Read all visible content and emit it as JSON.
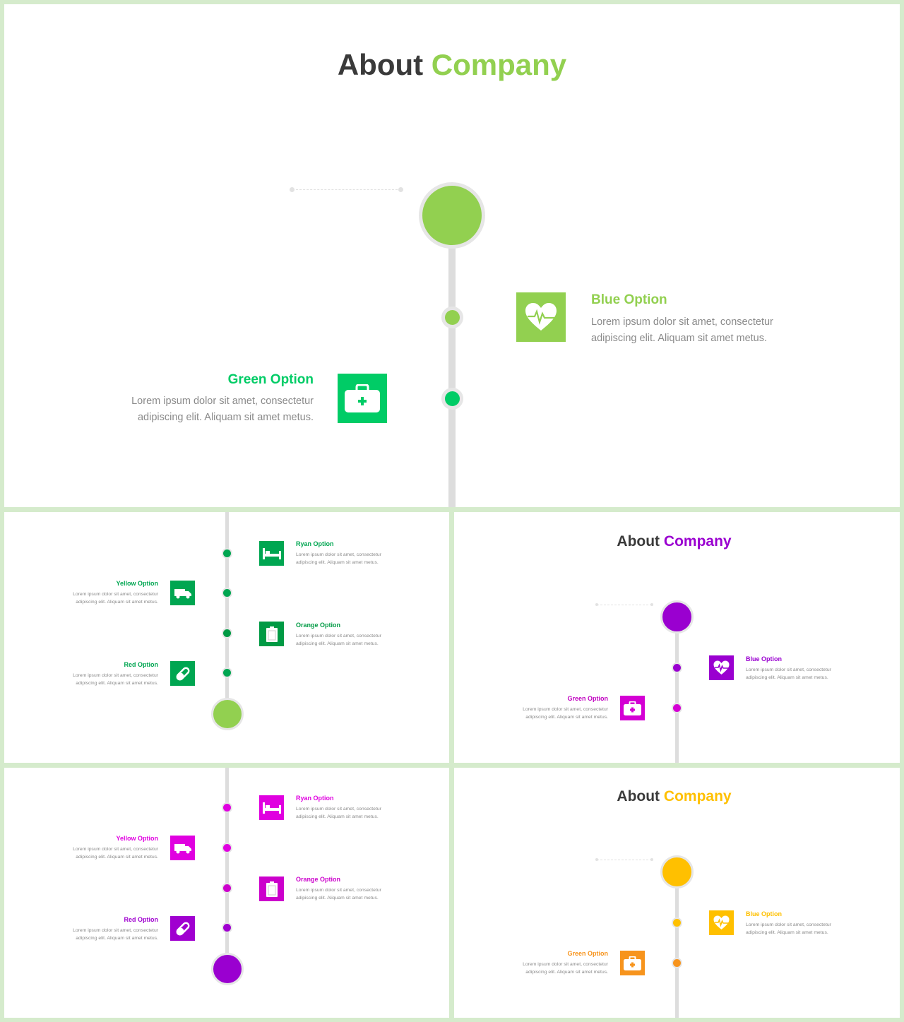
{
  "slides": [
    {
      "id": "s1",
      "title_main": "About",
      "title_accent": "Company",
      "accent_color": "#92d050",
      "items": [
        {
          "title": "Blue Option",
          "text": "Lorem ipsum dolor sit amet, consectetur adipiscing elit. Aliquam sit amet metus.",
          "icon": "heart-pulse-icon",
          "title_color": "#92d050",
          "square_color": "#92d050",
          "dot_color": "#92d050"
        },
        {
          "title": "Green Option",
          "text": "Lorem ipsum dolor sit amet, consectetur adipiscing elit. Aliquam sit amet metus.",
          "icon": "medical-kit-icon",
          "title_color": "#00cc66",
          "square_color": "#00cc66",
          "dot_color": "#00cc66"
        }
      ]
    },
    {
      "id": "s2",
      "accent_color": "#92d050",
      "items": [
        {
          "title": "Ryan Option",
          "text": "Lorem ipsum dolor sit amet, consectetur adipiscing elit. Aliquam sit amet metus.",
          "icon": "bed-icon",
          "color": "#00a651"
        },
        {
          "title": "Yellow Option",
          "text": "Lorem ipsum dolor sit amet, consectetur adipiscing elit. Aliquam sit amet metus.",
          "icon": "ambulance-icon",
          "color": "#00a651"
        },
        {
          "title": "Orange Option",
          "text": "Lorem ipsum dolor sit amet, consectetur adipiscing elit. Aliquam sit amet metus.",
          "icon": "clipboard-icon",
          "color": "#009a44"
        },
        {
          "title": "Red Option",
          "text": "Lorem ipsum dolor sit amet, consectetur adipiscing elit. Aliquam sit amet metus.",
          "icon": "pill-icon",
          "color": "#00a651"
        }
      ]
    },
    {
      "id": "s3",
      "title_main": "About",
      "title_accent": "Company",
      "accent_color": "#9a00d0",
      "items": [
        {
          "title": "Blue Option",
          "text": "Lorem ipsum dolor sit amet, consectetur adipiscing elit. Aliquam sit amet metus.",
          "icon": "heart-pulse-icon",
          "title_color": "#9a00d0",
          "square_color": "#9a00d0",
          "dot_color": "#9a00d0"
        },
        {
          "title": "Green Option",
          "text": "Lorem ipsum dolor sit amet, consectetur adipiscing elit. Aliquam sit amet metus.",
          "icon": "medical-kit-icon",
          "title_color": "#c000c0",
          "square_color": "#d400d4",
          "dot_color": "#d400d4"
        }
      ]
    },
    {
      "id": "s4",
      "accent_color": "#9a00d0",
      "items": [
        {
          "title": "Ryan Option",
          "text": "Lorem ipsum dolor sit amet, consectetur adipiscing elit. Aliquam sit amet metus.",
          "icon": "bed-icon",
          "color": "#e000e0"
        },
        {
          "title": "Yellow Option",
          "text": "Lorem ipsum dolor sit amet, consectetur adipiscing elit. Aliquam sit amet metus.",
          "icon": "ambulance-icon",
          "color": "#e000e0"
        },
        {
          "title": "Orange Option",
          "text": "Lorem ipsum dolor sit amet, consectetur adipiscing elit. Aliquam sit amet metus.",
          "icon": "clipboard-icon",
          "color": "#cc00cc"
        },
        {
          "title": "Red Option",
          "text": "Lorem ipsum dolor sit amet, consectetur adipiscing elit. Aliquam sit amet metus.",
          "icon": "pill-icon",
          "color": "#a000d0"
        }
      ]
    },
    {
      "id": "s5",
      "title_main": "About",
      "title_accent": "Company",
      "accent_color": "#ffc000",
      "items": [
        {
          "title": "Blue Option",
          "text": "Lorem ipsum dolor sit amet, consectetur adipiscing elit. Aliquam sit amet metus.",
          "icon": "heart-pulse-icon",
          "title_color": "#ffc000",
          "square_color": "#ffc000",
          "dot_color": "#ffc000"
        },
        {
          "title": "Green Option",
          "text": "Lorem ipsum dolor sit amet, consectetur adipiscing elit. Aliquam sit amet metus.",
          "icon": "medical-kit-icon",
          "title_color": "#f7941d",
          "square_color": "#f7941d",
          "dot_color": "#f7941d"
        }
      ]
    }
  ]
}
